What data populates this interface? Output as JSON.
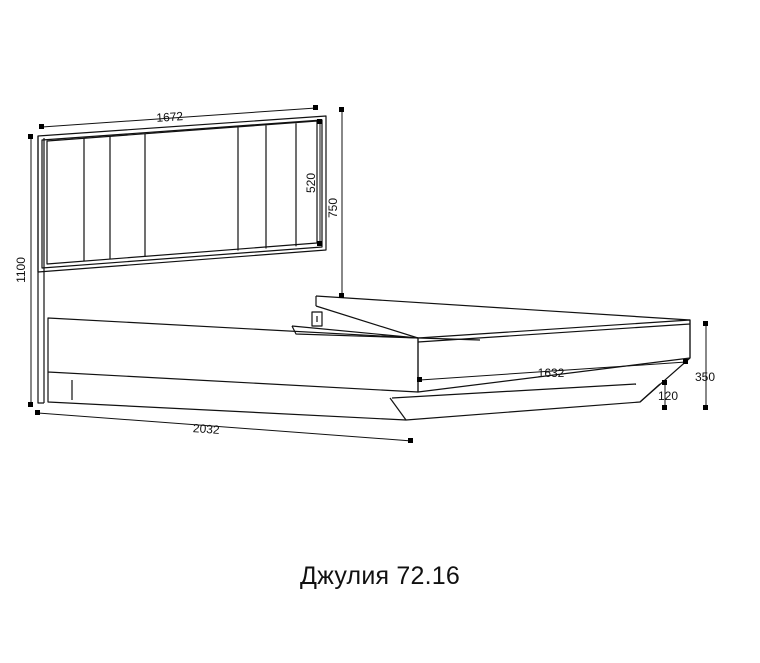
{
  "title": "Джулия 72.16",
  "dimensions": {
    "headboard_width": "1672",
    "total_height": "1100",
    "panel_height": "520",
    "headboard_height": "750",
    "total_length": "2032",
    "inner_width": "1632",
    "side_height": "350",
    "clearance": "120"
  }
}
